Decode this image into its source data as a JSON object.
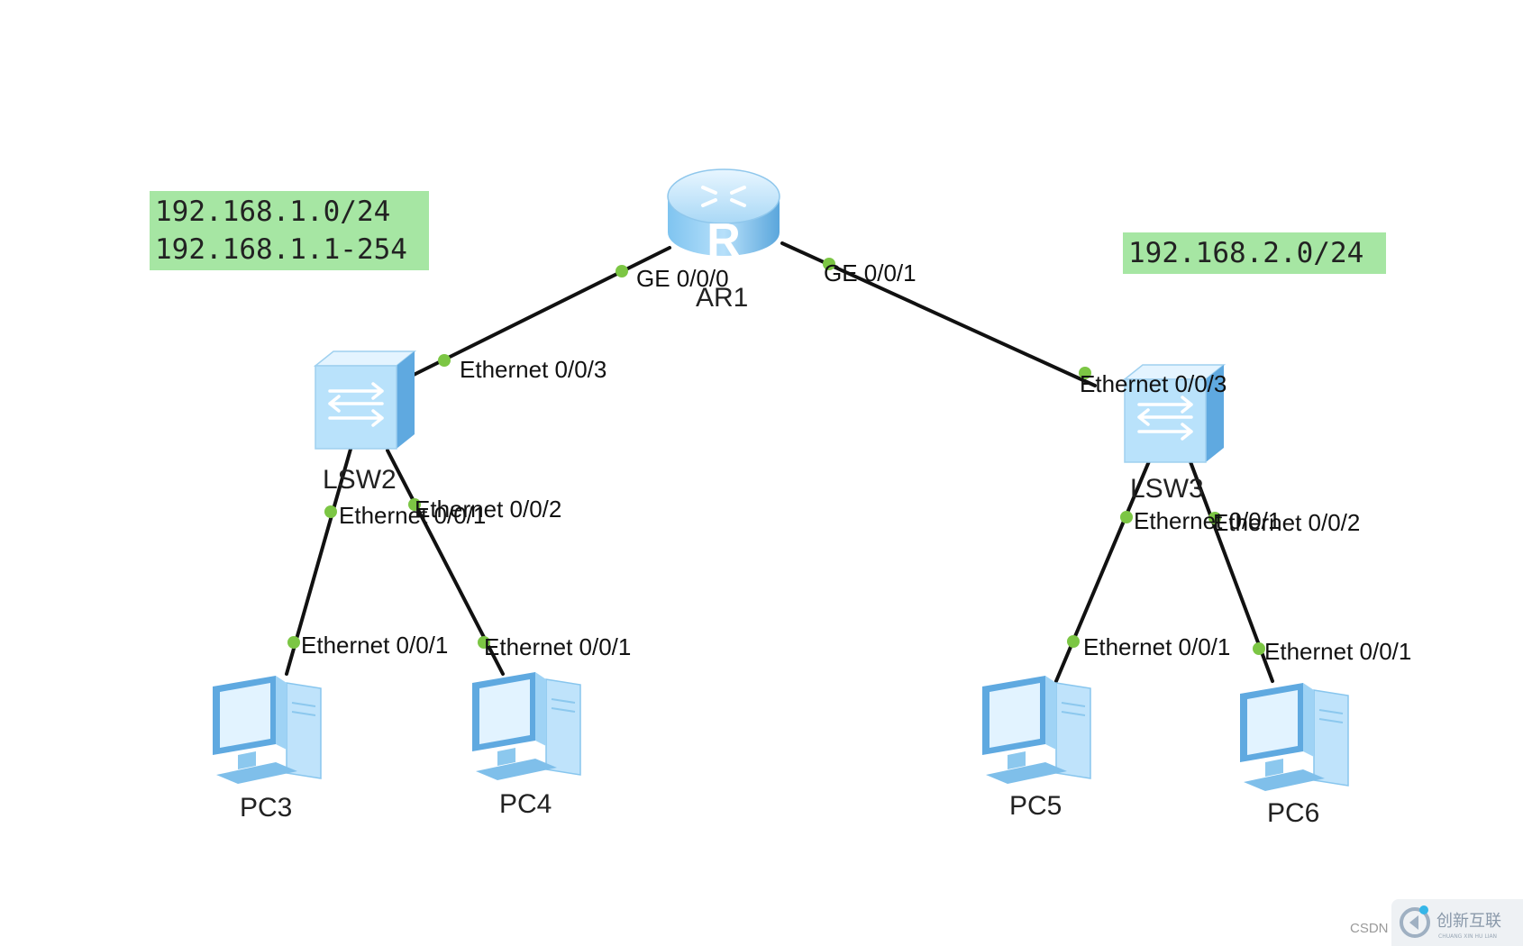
{
  "notes": {
    "left": [
      "192.168.1.0/24",
      "192.168.1.1-254"
    ],
    "right": [
      "192.168.2.0/24"
    ]
  },
  "devices": {
    "router": {
      "name": "AR1",
      "icon": "router-icon",
      "glyph": "R"
    },
    "lsw2": {
      "name": "LSW2",
      "icon": "switch-icon"
    },
    "lsw3": {
      "name": "LSW3",
      "icon": "switch-icon"
    },
    "pc3": {
      "name": "PC3",
      "icon": "pc-icon"
    },
    "pc4": {
      "name": "PC4",
      "icon": "pc-icon"
    },
    "pc5": {
      "name": "PC5",
      "icon": "pc-icon"
    },
    "pc6": {
      "name": "PC6",
      "icon": "pc-icon"
    }
  },
  "ports": {
    "ar1_ge000": "GE 0/0/0",
    "ar1_ge001": "GE 0/0/1",
    "lsw2_e003": "Ethernet 0/0/3",
    "lsw2_e001": "Ethernet 0/0/1",
    "lsw2_e002": "Ethernet 0/0/2",
    "pc3_e001": "Ethernet 0/0/1",
    "pc4_e001": "Ethernet 0/0/1",
    "lsw3_e003": "Ethernet 0/0/3",
    "lsw3_e001": "Ethernet 0/0/1",
    "lsw3_e002": "Ethernet 0/0/2",
    "pc5_e001": "Ethernet 0/0/1",
    "pc6_e001": "Ethernet 0/0/1"
  },
  "watermark": {
    "csdn": "CSDN",
    "brand": "创新互联",
    "brand_sub": "CHUANG XIN HU LIAN"
  },
  "colors": {
    "note_bg": "#a6e6a3",
    "port_dot": "#7cc644",
    "link": "#111111",
    "device_blue": "#7fbfea"
  }
}
